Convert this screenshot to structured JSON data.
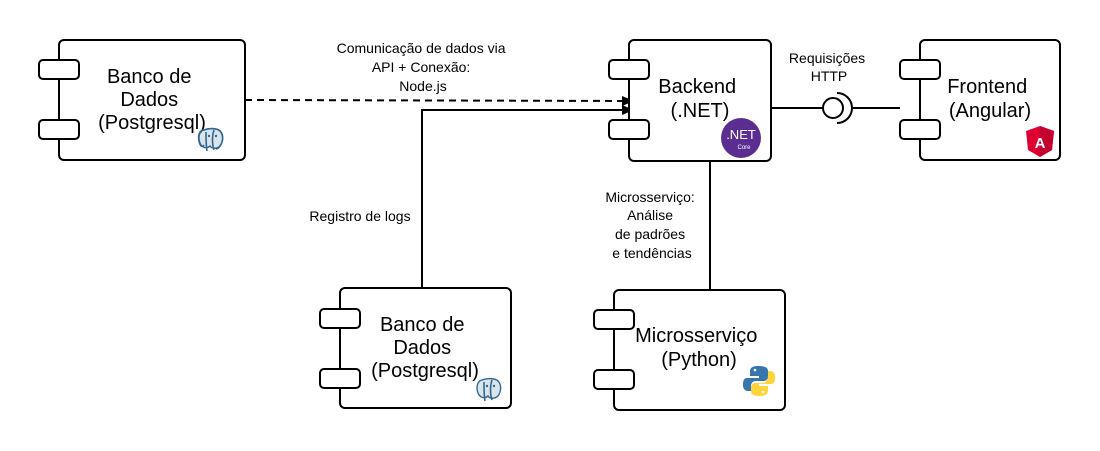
{
  "components": {
    "db_top": {
      "lines": [
        "Banco de",
        "Dados",
        "(Postgresql)"
      ],
      "icon": "postgresql-icon"
    },
    "backend": {
      "lines": [
        "Backend",
        "(.NET)"
      ],
      "icon": "dotnet-core-icon",
      "icon_text_main": ".NET",
      "icon_text_sub": "Core",
      "icon_color": "#5c2d91"
    },
    "frontend": {
      "lines": [
        "Frontend",
        "(Angular)"
      ],
      "icon": "angular-icon",
      "icon_text": "A",
      "icon_color": "#dd0031"
    },
    "db_bottom": {
      "lines": [
        "Banco de",
        "Dados",
        "(Postgresql)"
      ],
      "icon": "postgresql-icon"
    },
    "micro": {
      "lines": [
        "Microsserviço",
        "(Python)"
      ],
      "icon": "python-icon"
    }
  },
  "connections": {
    "db_backend": {
      "lines": [
        "Comunicação de dados via",
        "API + Conexão:",
        "Node.js"
      ],
      "style": "dashed"
    },
    "http": {
      "lines": [
        "Requisições",
        "HTTP"
      ]
    },
    "logs": {
      "lines": [
        "Registro de logs"
      ]
    },
    "micro": {
      "lines": [
        "Microsserviço:",
        "Análise",
        "de padrões",
        "e tendências"
      ]
    }
  }
}
